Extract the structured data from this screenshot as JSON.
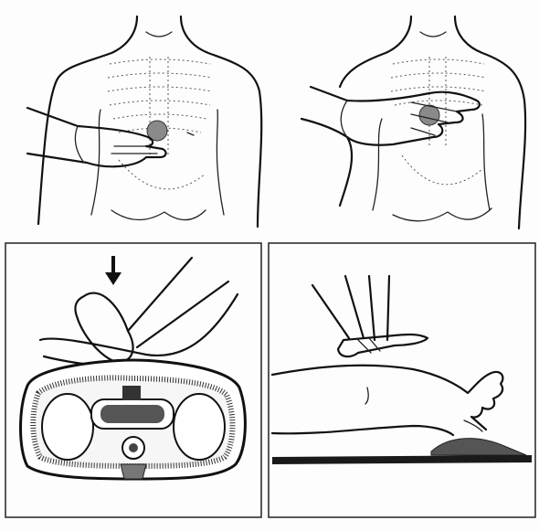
{
  "figure": {
    "panels": [
      {
        "id": "locate-landmark",
        "icon": "hand-locating-sternum-icon"
      },
      {
        "id": "place-heel-of-hand",
        "icon": "hand-on-sternum-icon"
      },
      {
        "id": "compression-cross-section",
        "icon": "compression-arrow-icon"
      },
      {
        "id": "compression-side-view",
        "icon": "side-view-compression-icon"
      }
    ],
    "marker_color": "#8a8a8a",
    "ink_color": "#111111"
  }
}
